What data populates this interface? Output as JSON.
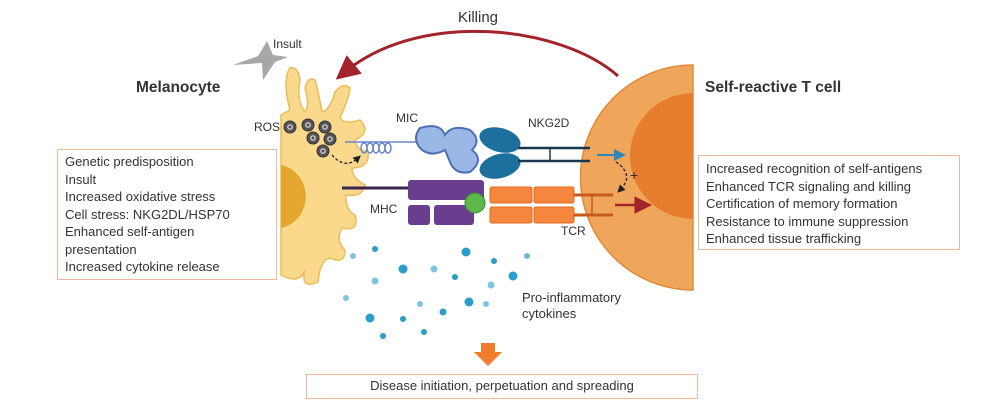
{
  "diagram": {
    "titles": {
      "melanocyte": "Melanocyte",
      "t_cell": "Self-reactive T cell"
    },
    "labels": {
      "killing": "Killing",
      "insult": "Insult",
      "ros": "ROS",
      "mic": "MIC",
      "nkg2d": "NKG2D",
      "mhc": "MHC",
      "tcr": "TCR",
      "plus": "+",
      "cytokines_line1": "Pro-inflammatory",
      "cytokines_line2": "cytokines"
    },
    "melanocyte_factors": [
      "Genetic predisposition",
      "Insult",
      "Increased oxidative stress",
      "Cell stress: NKG2DL/HSP70",
      "Enhanced self-antigen",
      "presentation",
      "Increased cytokine release"
    ],
    "t_cell_effects": [
      "Increased recognition of self-antigens",
      "Enhanced TCR signaling and killing",
      "Certification of memory formation",
      "Resistance to immune suppression",
      "Enhanced tissue trafficking"
    ],
    "outcome": "Disease initiation, perpetuation and spreading",
    "colors": {
      "melanocyte_fill": "#fbd98c",
      "melanocyte_nucleus": "#e3a72f",
      "t_cell_fill": "#f0a65a",
      "t_cell_nucleus": "#e67e2e",
      "killing_arrow": "#a3232b",
      "mic": "#9ab8e6",
      "nkg2d": "#1d6f9e",
      "mhc": "#6a3d8f",
      "peptide": "#5cb84a",
      "tcr": "#f4873d",
      "cytokine": "#2a9dc9",
      "outcome_arrow": "#f07c2c",
      "box_border": "#f0b89a"
    }
  }
}
